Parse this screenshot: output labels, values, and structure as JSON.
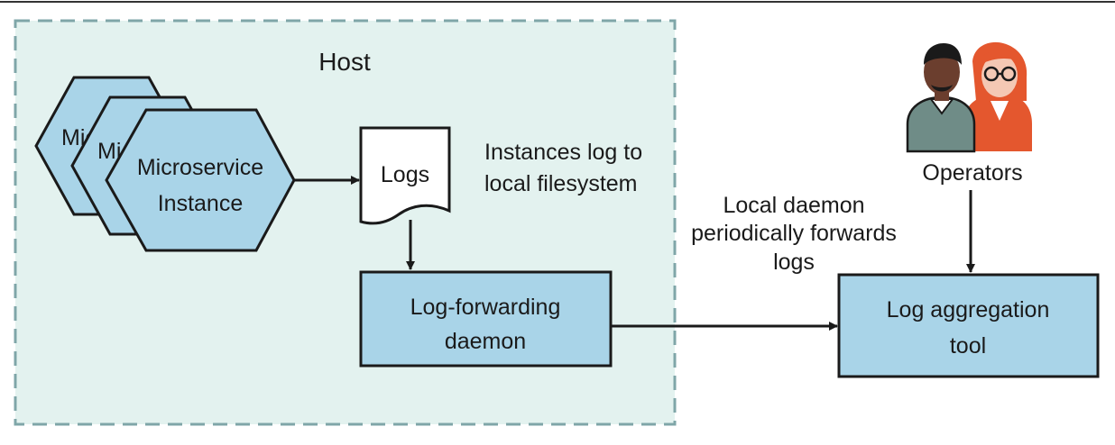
{
  "host": {
    "title": "Host"
  },
  "instances": {
    "back_label": "Mic",
    "middle_label": "Mi",
    "front_line1": "Microservice",
    "front_line2": "Instance"
  },
  "logs": {
    "label": "Logs"
  },
  "annotations": {
    "instances_line1": "Instances log to",
    "instances_line2": "local filesystem",
    "daemon_line1": "Local daemon",
    "daemon_line2": "periodically forwards",
    "daemon_line3": "logs"
  },
  "forwarder": {
    "line1": "Log-forwarding",
    "line2": "daemon"
  },
  "aggregator": {
    "line1": "Log aggregation",
    "line2": "tool"
  },
  "operators": {
    "label": "Operators"
  },
  "colors": {
    "box_fill": "#a9d4e8",
    "host_fill": "#e3f2ef",
    "host_border": "#7fa6a8",
    "stroke": "#1a1a1a",
    "person_skin": "#6b3e2e",
    "person_shirt": "#6f8c87",
    "person2_hair": "#e4572e",
    "person2_skin": "#f4c8b4"
  }
}
